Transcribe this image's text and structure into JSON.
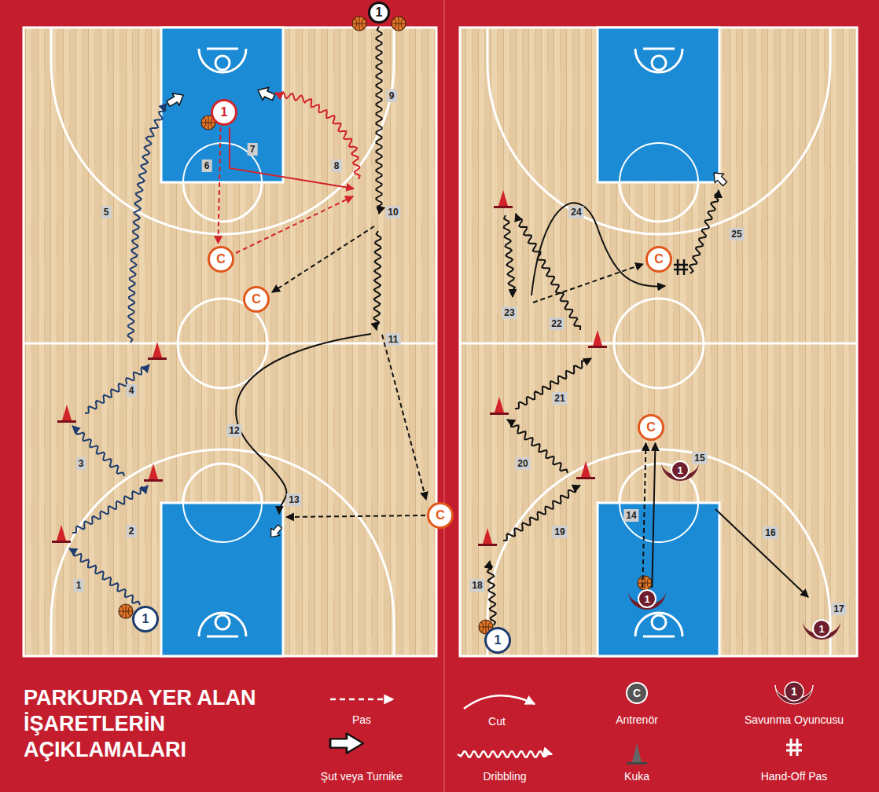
{
  "diagram": {
    "title": "PARKURDA YER ALAN İŞARETLERİN AÇIKLAMALARI",
    "nodes": [
      {
        "text": [
          "1"
        ]
      },
      {
        "text": [
          "1"
        ]
      },
      {
        "text": [
          "C"
        ]
      },
      {
        "text": [
          "C"
        ]
      },
      {
        "text": [
          "C"
        ]
      },
      {
        "text": [
          "1"
        ]
      },
      {
        "text": [
          "C"
        ]
      },
      {
        "text": [
          "1"
        ]
      },
      {
        "text": [
          "1"
        ]
      },
      {
        "text": [
          "1"
        ]
      },
      {
        "text": [
          "1"
        ]
      },
      {
        "text": [
          "C"
        ]
      }
    ],
    "edges": [
      {
        "from": 1,
        "to": 2,
        "arrow": "to"
      },
      {
        "from": 8,
        "to": 6,
        "arrow": "to"
      },
      {
        "from": 8,
        "to": 6,
        "arrow": "to"
      }
    ],
    "labels": [
      "1",
      "2",
      "3",
      "4",
      "5",
      "6",
      "7",
      "8",
      "9",
      "10",
      "11",
      "12",
      "13",
      "14",
      "15",
      "16",
      "17",
      "18",
      "19",
      "20",
      "21",
      "22",
      "23",
      "24",
      "25",
      "C",
      "1"
    ],
    "legend": [
      {
        "text": "Pas"
      },
      {
        "text": "Cut"
      },
      {
        "text": "Antrenör"
      },
      {
        "text": "Savunma Oyuncusu"
      },
      {
        "text": "Şut veya Turnike"
      },
      {
        "text": "Dribbling"
      },
      {
        "text": "Kuka"
      },
      {
        "text": "Hand-Off Pas"
      }
    ]
  }
}
